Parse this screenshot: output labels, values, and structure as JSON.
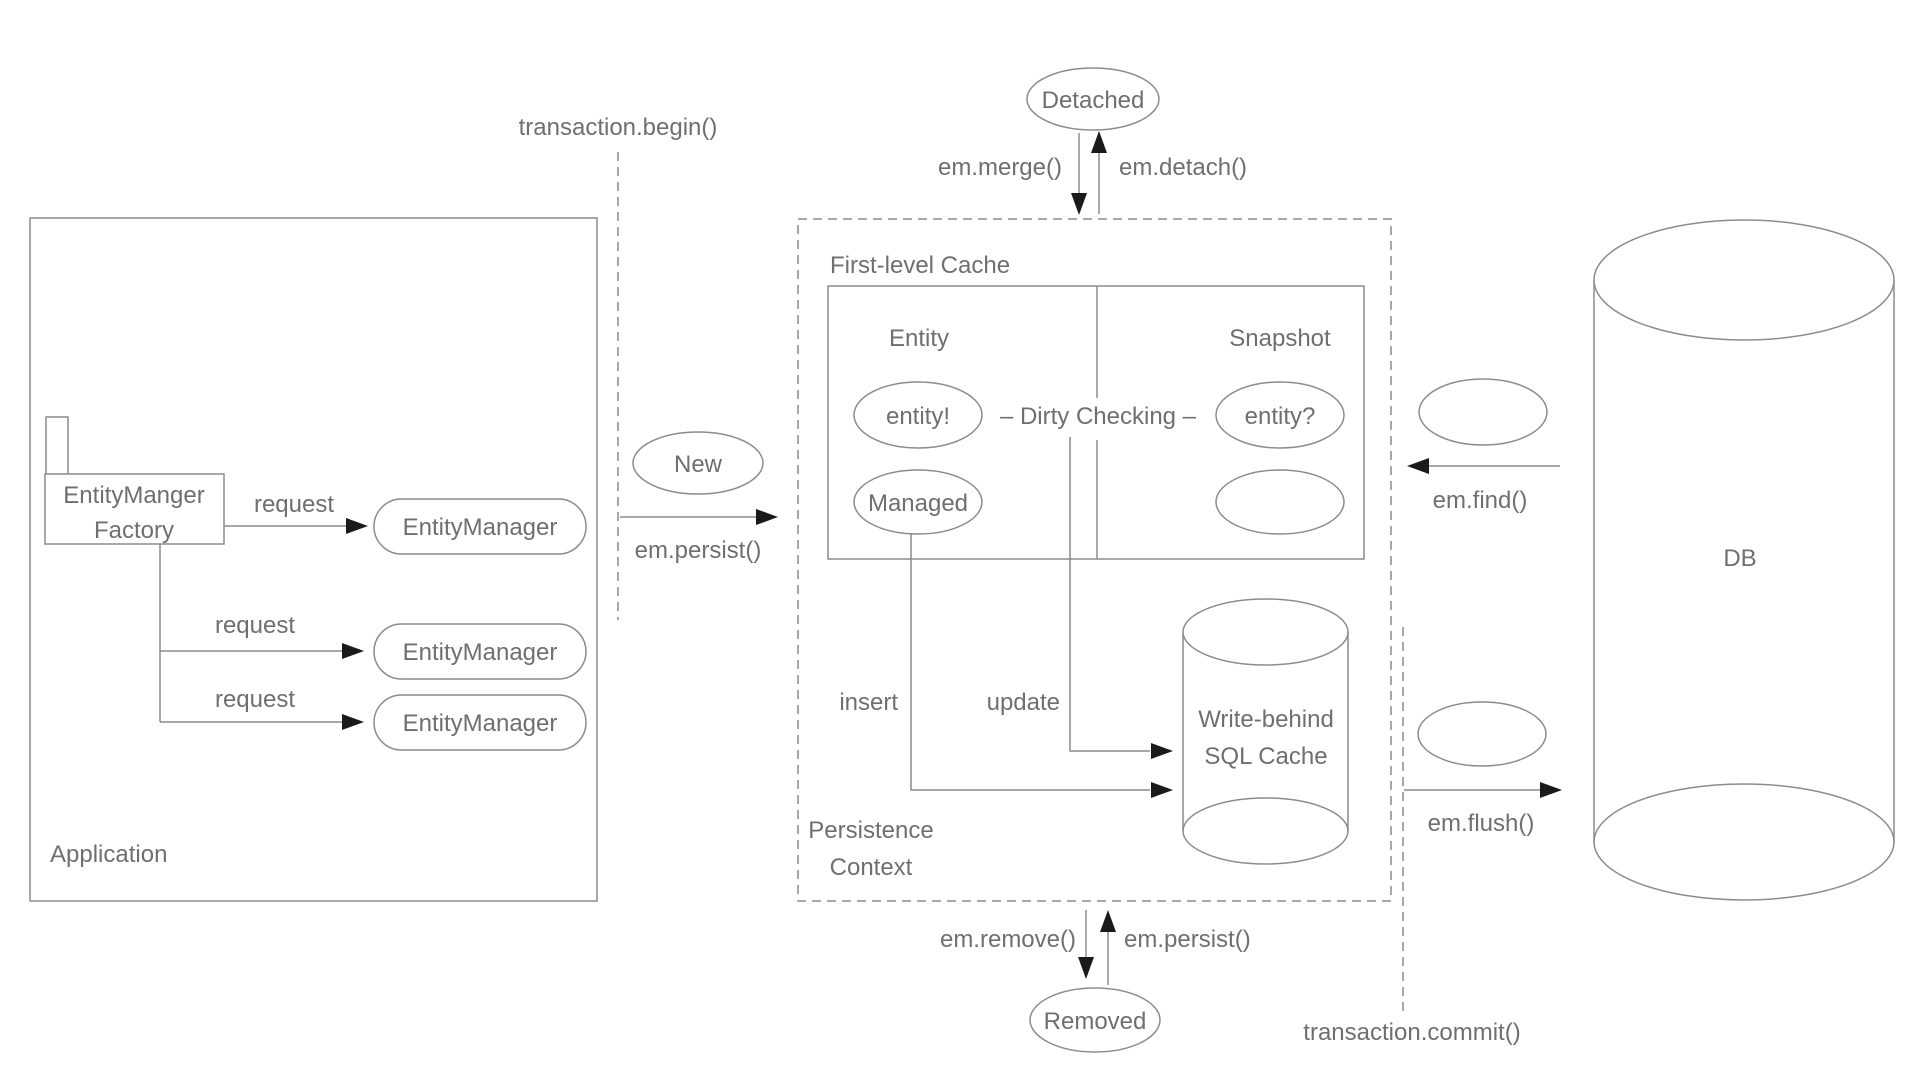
{
  "diagram": {
    "title_hint": "JPA EntityManager / Persistence Context lifecycle diagram",
    "colors": {
      "background": "#ffffff",
      "line": "#8c8c8c",
      "text": "#6f6f6f",
      "arrowhead": "#1a1a1a"
    },
    "application": {
      "title": "Application",
      "factory_line1": "EntityManger",
      "factory_line2": "Factory",
      "request_labels": [
        "request",
        "request",
        "request"
      ],
      "entity_managers": [
        "EntityManager",
        "EntityManager",
        "EntityManager"
      ]
    },
    "transactions": {
      "begin": "transaction.begin()",
      "commit": "transaction.commit()"
    },
    "states": {
      "new": "New",
      "detached": "Detached",
      "removed": "Removed",
      "managed": "Managed"
    },
    "operations": {
      "em_persist_left": "em.persist()",
      "em_merge": "em.merge()",
      "em_detach": "em.detach()",
      "em_remove": "em.remove()",
      "em_persist_bottom": "em.persist()",
      "em_find": "em.find()",
      "em_flush": "em.flush()"
    },
    "persistence_context": {
      "title_line1": "Persistence",
      "title_line2": "Context",
      "first_level_cache": {
        "title": "First-level Cache",
        "entity_column": "Entity",
        "snapshot_column": "Snapshot",
        "entity_oval": "entity!",
        "snapshot_oval": "entity?",
        "dirty_checking": "– Dirty Checking –"
      },
      "insert_label": "insert",
      "update_label": "update",
      "write_behind_line1": "Write-behind",
      "write_behind_line2": "SQL Cache"
    },
    "db": {
      "title": "DB"
    }
  }
}
